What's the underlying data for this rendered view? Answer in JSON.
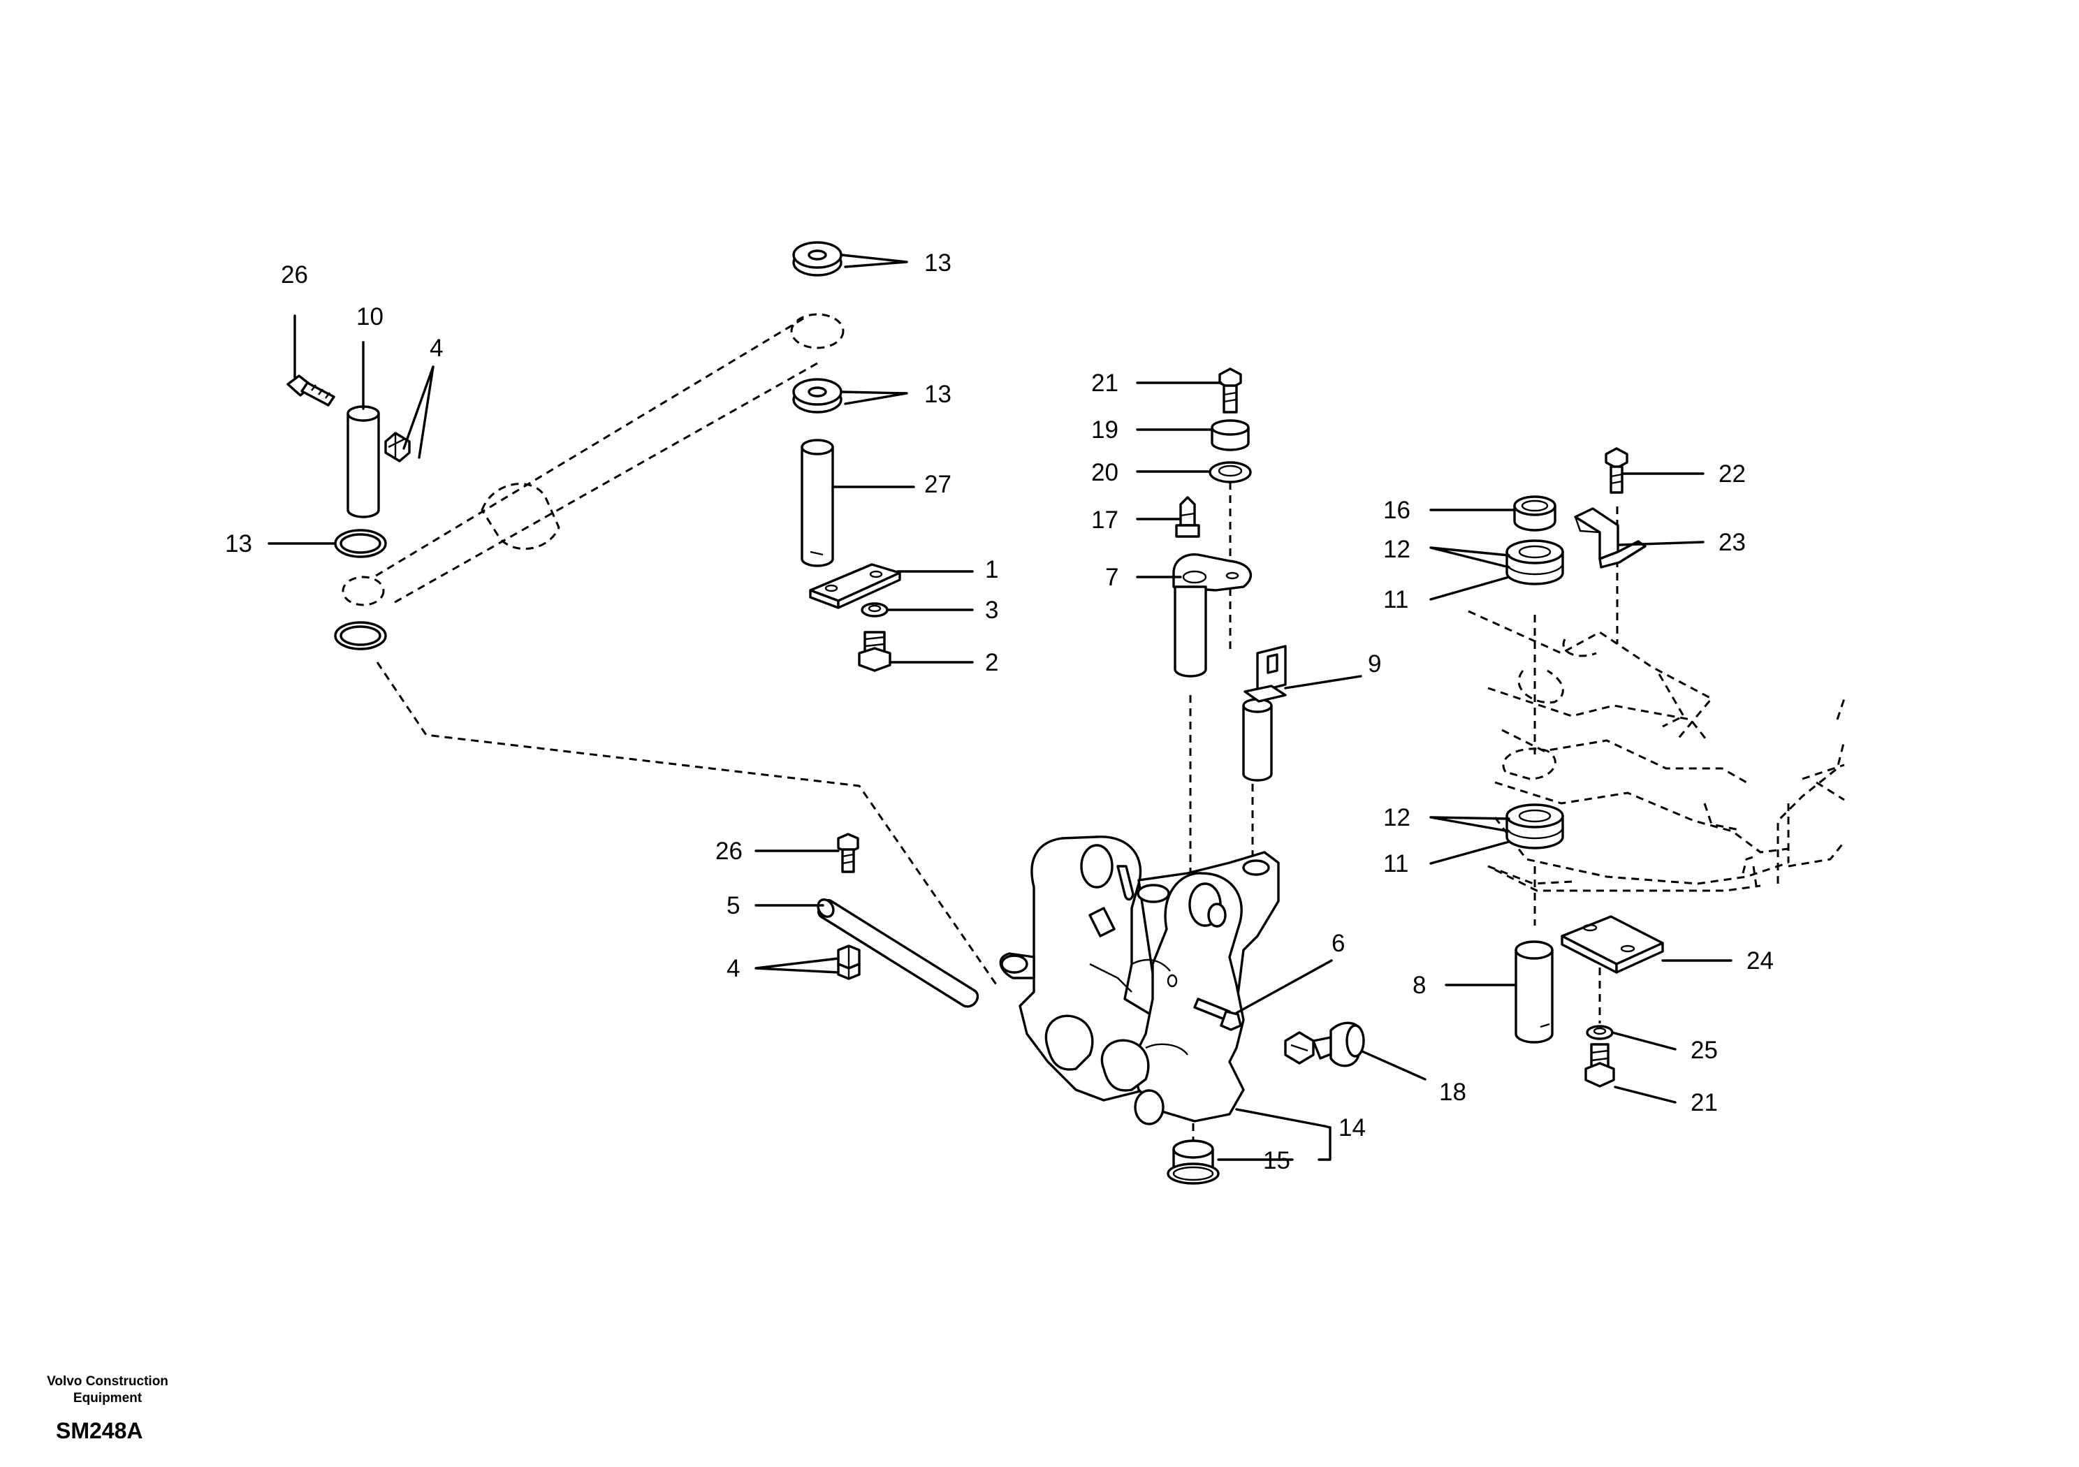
{
  "callouts": [
    "26",
    "10",
    "4",
    "13",
    "13",
    "13",
    "27",
    "1",
    "3",
    "2",
    "13",
    "21",
    "19",
    "20",
    "17",
    "7",
    "9",
    "16",
    "12",
    "11",
    "22",
    "23",
    "12",
    "11",
    "24",
    "8",
    "25",
    "21",
    "18",
    "14",
    "15",
    "26",
    "5",
    "4",
    "6"
  ],
  "footer": {
    "company": "Volvo Construction Equipment",
    "code": "SM248A"
  }
}
